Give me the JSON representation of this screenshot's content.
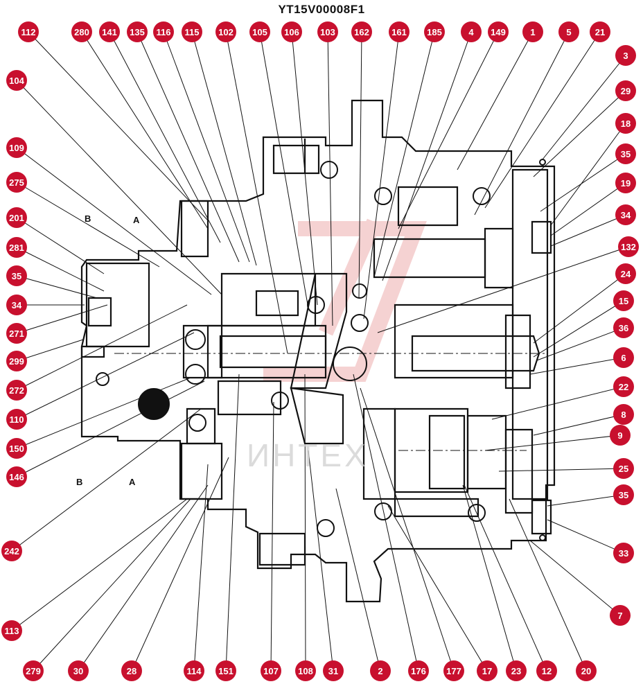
{
  "drawing_code": "YT15V00008F1",
  "watermark_text": "ИНТЕХ",
  "colors": {
    "badge": "#c8102e",
    "line": "#111111",
    "watermark": "#f3c7c7"
  },
  "section_labels": {
    "b_top": "B",
    "a_top": "A",
    "b_bottom": "B",
    "a_bottom": "A"
  },
  "part_callouts": [
    "112",
    "280",
    "141",
    "135",
    "116",
    "115",
    "102",
    "105",
    "106",
    "103",
    "162",
    "161",
    "185",
    "4",
    "149",
    "1",
    "5",
    "21",
    "3",
    "29",
    "18",
    "35",
    "19",
    "34",
    "132",
    "24",
    "15",
    "36",
    "6",
    "22",
    "8",
    "9",
    "25",
    "35",
    "33",
    "7",
    "104",
    "109",
    "275",
    "201",
    "281",
    "35",
    "34",
    "271",
    "299",
    "272",
    "110",
    "150",
    "146",
    "242",
    "113",
    "279",
    "30",
    "28",
    "114",
    "151",
    "107",
    "108",
    "31",
    "2",
    "176",
    "177",
    "17",
    "23",
    "12",
    "20"
  ]
}
